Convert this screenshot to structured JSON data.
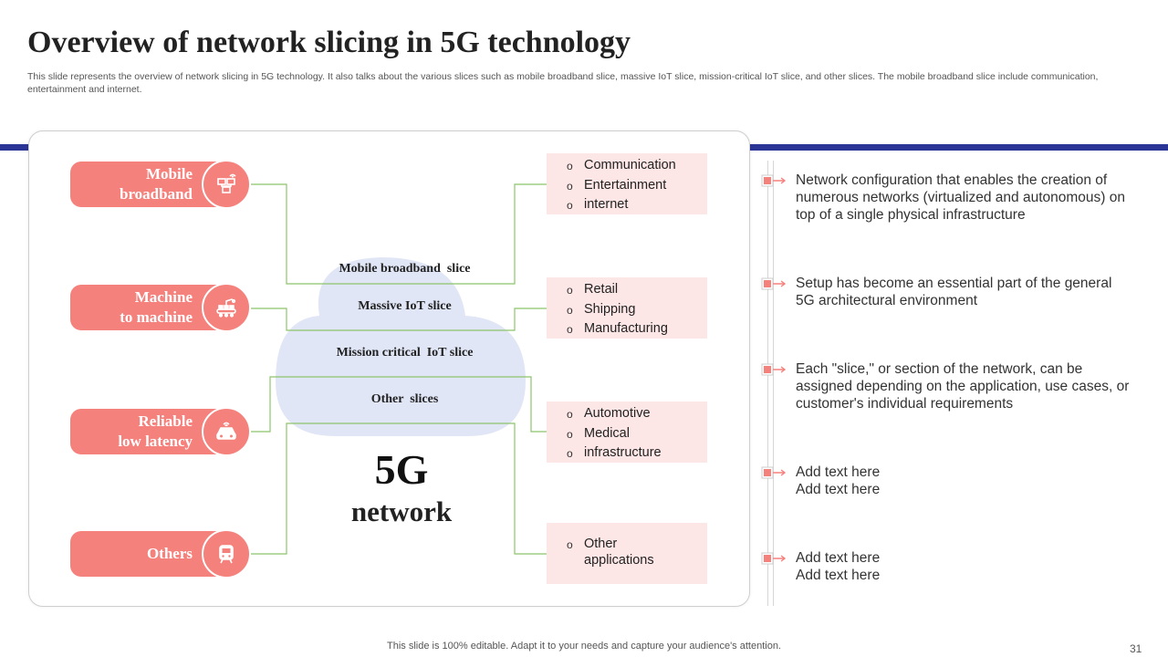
{
  "header": {
    "title": "Overview of network slicing in 5G technology",
    "subtitle": "This slide represents the overview of network slicing in 5G technology. It also talks about the various slices such as mobile broadband slice, massive IoT slice, mission-critical IoT slice, and other slices. The mobile broadband slice include communication, entertainment and internet."
  },
  "use_cases": [
    {
      "label": "Mobile\nbroadband",
      "icon": "monitor-network-icon"
    },
    {
      "label": "Machine\nto machine",
      "icon": "conveyor-robot-icon"
    },
    {
      "label": "Reliable\nlow latency",
      "icon": "connected-car-icon"
    },
    {
      "label": "Others",
      "icon": "train-icon"
    }
  ],
  "slices": [
    "Mobile broadband  slice",
    "Massive IoT slice",
    "Mission critical  IoT slice",
    "Other  slices"
  ],
  "network": {
    "big": "5G",
    "sub": "network"
  },
  "slice_boxes": [
    {
      "items": [
        "Communication",
        "Entertainment",
        "internet"
      ]
    },
    {
      "items": [
        "Retail",
        "Shipping",
        "Manufacturing"
      ]
    },
    {
      "items": [
        "Automotive",
        "Medical",
        "infrastructure"
      ]
    },
    {
      "items": [
        "Other\napplications"
      ]
    }
  ],
  "points": [
    "Network configuration that enables the creation of numerous networks (virtualized and autonomous) on top of a single physical infrastructure",
    "Setup has become an essential part of the general 5G architectural environment",
    "Each \"slice,\" or section of the network, can be assigned depending on the application, use cases, or customer's individual requirements",
    "Add text here\nAdd text here",
    "Add text here\nAdd text here"
  ],
  "footer": "This slide is 100% editable. Adapt it to your needs and capture your audience's attention.",
  "page_number": "31",
  "colors": {
    "accent": "#f5817d",
    "box_bg": "#fde6e6",
    "cloud": "#e1e6f7",
    "bar": "#2b3595",
    "connector": "#8cc46a"
  }
}
